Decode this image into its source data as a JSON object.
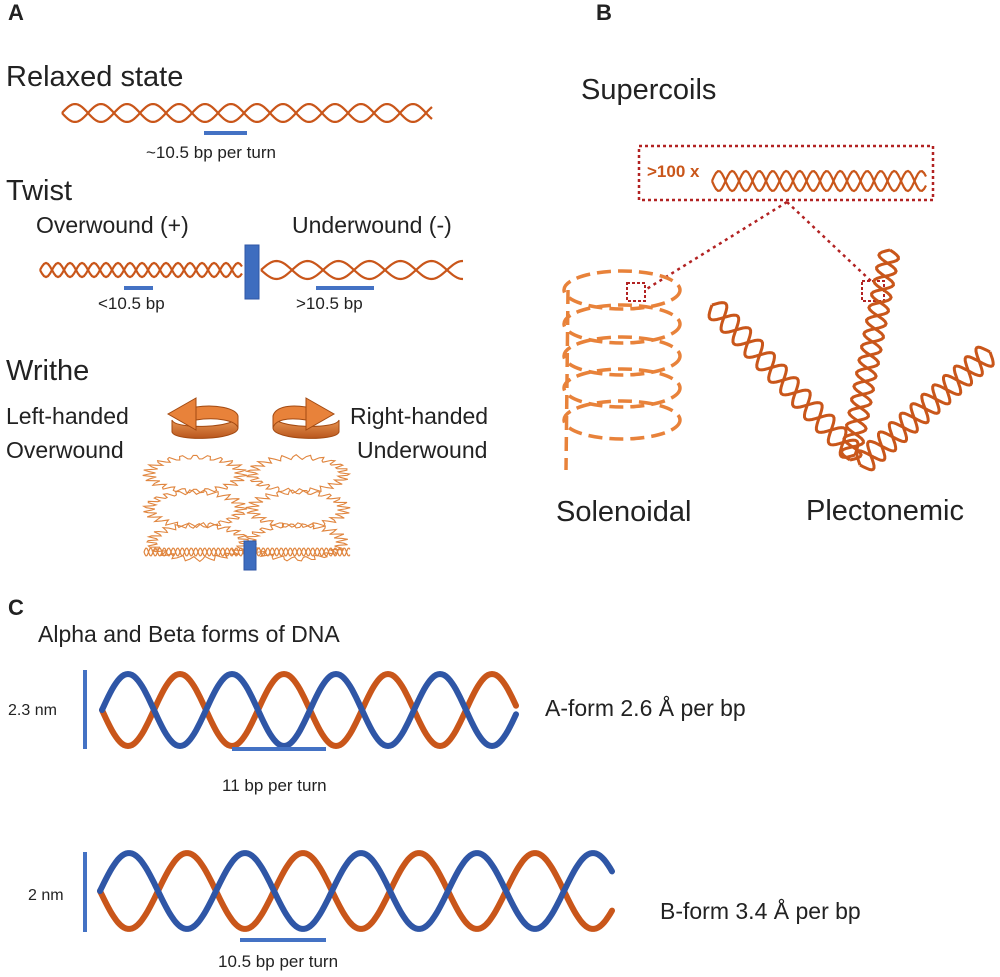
{
  "panels": {
    "a": "A",
    "b": "B",
    "c": "C"
  },
  "panel_a": {
    "relaxed_title": "Relaxed state",
    "relaxed_caption": "~10.5 bp per turn",
    "twist_title": "Twist",
    "overwound_label": "Overwound (+)",
    "underwound_label": "Underwound (-)",
    "over_bp": "<10.5 bp",
    "under_bp": ">10.5 bp",
    "writhe_title": "Writhe",
    "left_line1": "Left-handed",
    "left_line2": "Overwound",
    "right_line1": "Right-handed",
    "right_line2": "Underwound"
  },
  "panel_b": {
    "title": "Supercoils",
    "multiplier": ">100 x",
    "solenoidal": "Solenoidal",
    "plectonemic": "Plectonemic"
  },
  "panel_c": {
    "title": "Alpha and Beta forms of DNA",
    "a_width": "2.3 nm",
    "a_label": "A-form 2.6 Å per bp",
    "a_turn": "11 bp per turn",
    "b_width": "2 nm",
    "b_label": "B-form 3.4 Å per bp",
    "b_turn": "10.5 bp per turn"
  },
  "colors": {
    "strand_orange": "#C9561A",
    "strand_blue": "#2F56A6",
    "marker_blue": "#4472C4",
    "box_red": "#B22222",
    "solenoid_orange": "#E8823A"
  }
}
